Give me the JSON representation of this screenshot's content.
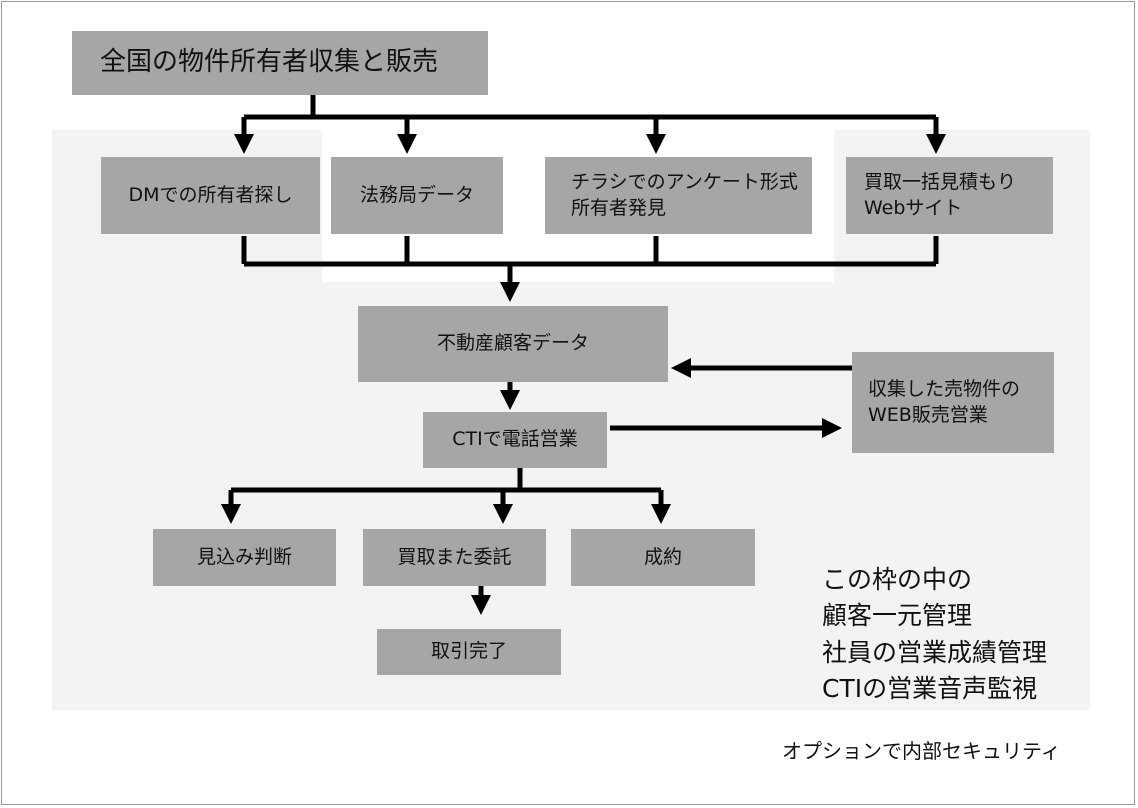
{
  "title": "全国の物件所有者収集と販売",
  "sources": [
    "DMでの所有者探し",
    "法務局データ",
    "チラシでのアンケート形式\n所有者発見",
    "買取一括見積もり\nWebサイト"
  ],
  "customer_data": "不動産顧客データ",
  "web_sales": "収集した売物件の\nWEB販売営業",
  "cti_sales": "CTIで電話営業",
  "outcomes": [
    "見込み判断",
    "買取また委託",
    "成約"
  ],
  "completion": "取引完了",
  "note": {
    "lines": [
      "この枠の中の",
      "顧客一元管理",
      "社員の営業成績管理",
      "CTIの営業音声監視"
    ]
  },
  "footer": "オプションで内部セキュリティ",
  "colors": {
    "box_fill": "#a6a6a6",
    "panel_fill": "#f3f3f3",
    "arrow": "#000000"
  }
}
